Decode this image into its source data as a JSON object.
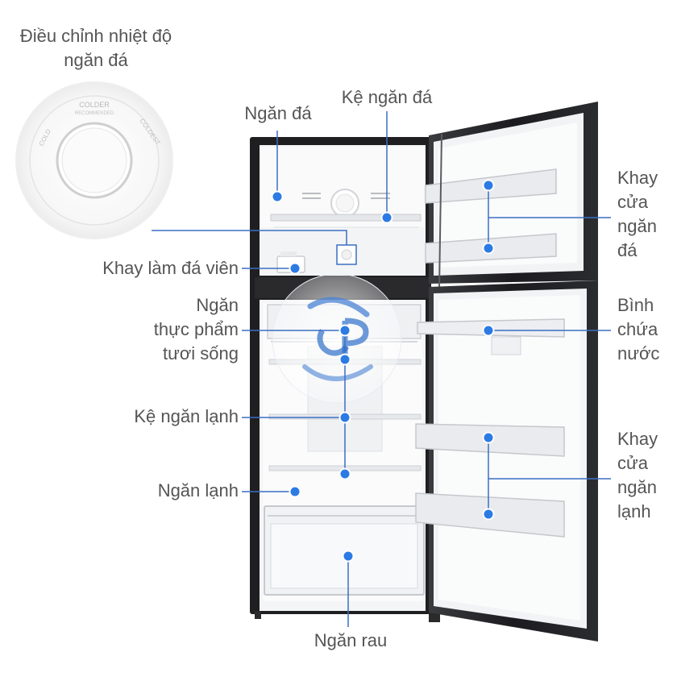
{
  "colors": {
    "accent_dot": "#2c7be5",
    "leader_line": "#3a6fc4",
    "label_text": "#555555",
    "fridge_body": "#1f1f22",
    "interior": "#f4f5f6",
    "watermark_blue": "#2f6fc9"
  },
  "dial": {
    "text_top": "COLDER",
    "text_sub": "RECOMMENDED",
    "text_left": "COLD",
    "text_right": "COLDEST"
  },
  "labels": {
    "thermostat": [
      "Điều chỉnh nhiệt độ",
      "ngăn đá"
    ],
    "freezer_shelf": [
      "Kệ ngăn đá"
    ],
    "freezer": [
      "Ngăn đá"
    ],
    "freezer_door_tray": [
      "Khay",
      "cửa",
      "ngăn",
      "đá"
    ],
    "ice_tray": [
      "Khay làm đá viên"
    ],
    "fresh_food": [
      "Ngăn",
      "thực phẩm",
      "tươi sống"
    ],
    "water_bottle": [
      "Bình",
      "chứa",
      "nước"
    ],
    "fridge_shelf": [
      "Kệ ngăn lạnh"
    ],
    "fridge_door_tray": [
      "Khay",
      "cửa",
      "ngăn",
      "lạnh"
    ],
    "fridge": [
      "Ngăn lạnh"
    ],
    "crisper": [
      "Ngăn rau"
    ]
  }
}
